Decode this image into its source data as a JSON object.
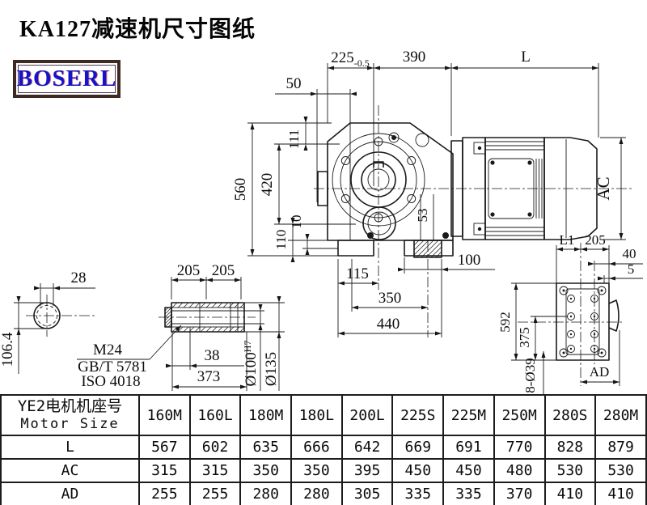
{
  "page": {
    "title": "KA127减速机尺寸图纸"
  },
  "logo": {
    "text": "BOSERL"
  },
  "main_view": {
    "top": {
      "d50": "50",
      "d225": "225",
      "d225_tol": "-0.5",
      "d390": "390",
      "dL": "L"
    },
    "left": {
      "d560": "560",
      "d420": "420",
      "d111": "111",
      "d110": "110",
      "d10": "10"
    },
    "bottom": {
      "d115": "115",
      "d350": "350",
      "d440": "440",
      "d100": "100",
      "d53": "53"
    },
    "right": {
      "dAC": "AC"
    }
  },
  "shaft_section": {
    "d28": "28",
    "d106": "106.4"
  },
  "shaft_detail": {
    "d205a": "205",
    "d205b": "205",
    "d38": "38",
    "d373": "373",
    "dia100": "Ø100",
    "dia100_sup": "H7",
    "dia135": "Ø135",
    "thread": "M24",
    "std1": "GB/T 5781",
    "std2": "ISO 4018"
  },
  "flange_view": {
    "dL1": "L1",
    "d205": "205",
    "d40": "40",
    "d5": "5",
    "d592": "592",
    "d375": "375",
    "holes": "8-Ø39",
    "dAD": "AD"
  },
  "table": {
    "header": {
      "line1": "YE2电机机座号",
      "line2": "Motor Size"
    },
    "columns": [
      "160M",
      "160L",
      "180M",
      "180L",
      "200L",
      "225S",
      "225M",
      "250M",
      "280S",
      "280M"
    ],
    "rows": [
      {
        "label": "L",
        "values": [
          "567",
          "602",
          "635",
          "666",
          "642",
          "669",
          "691",
          "770",
          "828",
          "879"
        ]
      },
      {
        "label": "AC",
        "values": [
          "315",
          "315",
          "350",
          "350",
          "395",
          "450",
          "450",
          "480",
          "530",
          "530"
        ]
      },
      {
        "label": "AD",
        "values": [
          "255",
          "255",
          "280",
          "280",
          "305",
          "335",
          "335",
          "370",
          "410",
          "410"
        ]
      }
    ]
  }
}
